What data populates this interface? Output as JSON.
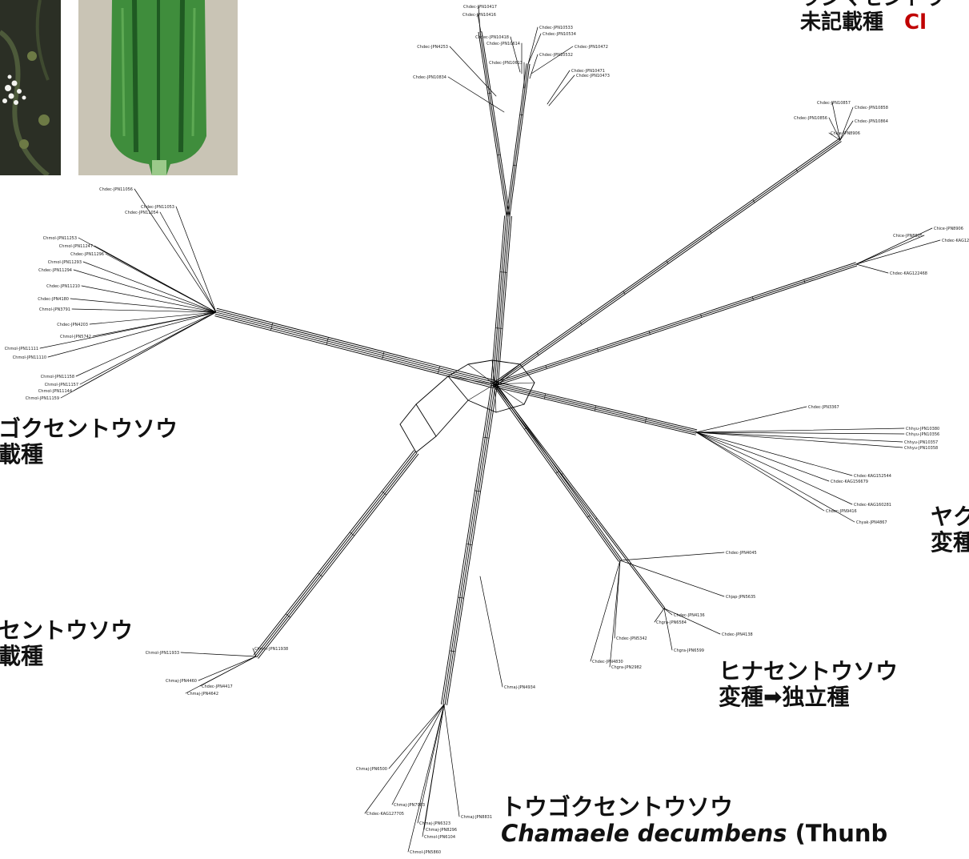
{
  "photos": [
    {
      "subject": "flower-cluster-photo"
    },
    {
      "subject": "green-fruit-photo"
    }
  ],
  "labels": {
    "top_right_1": "ラシマセントウ",
    "top_right_2a": "未記載種　",
    "top_right_2b": "Cl",
    "left_1": "ゴクセントウソウ",
    "left_2": "載種",
    "left_lower_1": "セントウソウ",
    "left_lower_2": "載種",
    "right_1": "ヤク",
    "right_2": "変種",
    "hina_1": "ヒナセントウソウ",
    "hina_2": "変種➡独立種",
    "bottom_1": "トウゴクセントウソウ",
    "bottom_2_italic": "Chamaele decumbens",
    "bottom_2_rest": " (Thunb"
  },
  "taxa": [
    "Chdec-JPN10417",
    "Chdec-JPN10416",
    "Chdec-JPN10533",
    "Chdec-JPN10534",
    "Chdec-JPN10418",
    "Chdec-JPN10614",
    "Chdec-JPN10472",
    "Chdec-JPN4253",
    "Chdec-JPN10532",
    "Chdec-JPN10613",
    "Chdec-JPN10471",
    "Chdec-JPN10473",
    "Chdec-JPN10834",
    "Chdec-JPN10857",
    "Chdec-JPN10858",
    "Chdec-JPN10856",
    "Chdec-JPN10864",
    "Chice-JPN8906",
    "Chice-JPN8805",
    "Chdec-KAG122468",
    "Chdec-JPN11056",
    "Chdec-JPN11053",
    "Chdec-JPN11054",
    "Chmol-JPN11253",
    "Chmol-JPN11247",
    "Chdec-JPN11296",
    "Chmol-JPN11293",
    "Chdec-JPN11294",
    "Chdec-JPN11210",
    "Chdec-JPN4180",
    "Chmol-JPN3791",
    "Chdec-JPN4203",
    "Chmol-JPN5742",
    "Chmol-JPN11111",
    "Chmol-JPN11110",
    "Chmol-JPN11158",
    "Chmol-JPN11157",
    "Chmol-JPN11144",
    "Chmol-JPN11159",
    "Chdec-JPN3367",
    "Chhyu-JPN10380",
    "Chhyu-JPN10356",
    "Chhyu-JPN10357",
    "Chhyu-JPN10358",
    "Chdec-KAG152544",
    "Chdec-KAG156679",
    "Chdec-KAG160281",
    "Chdec-JPN9416",
    "Chyak-JPN4867",
    "Chdec-JPN4045",
    "Chjap-JPN5635",
    "Chdec-JPN4136",
    "Chgra-JPN6584",
    "Chdec-JPN4138",
    "Chdec-JPN5342",
    "Chgra-JPN6599",
    "Chdec-JPN4830",
    "Chgra-JPN2982",
    "Chmol-JPN11933",
    "Chmol-JPN11938",
    "Chmaj-JPN4460",
    "Chdec-JPN4417",
    "Chmaj-JPN4642",
    "Chmaj-JPN4934",
    "Chmaj-JPN6500",
    "Chmaj-JPN7983",
    "Chdec-KAG127705",
    "Chmaj-JPN8831",
    "Chmaj-JPN6323",
    "Chmaj-JPN8296",
    "Chmol-JPN6104",
    "Chmol-JPN5860"
  ],
  "colors": {
    "lines": "#000000",
    "label_text": "#111111",
    "accent_red": "#c00000",
    "photo1_bg": "#2b2f25",
    "photo1_flower": "#f4f4f0",
    "photo2_bg": "#c9c4b5",
    "photo2_fruit": "#3f8d3c",
    "photo2_ridge": "#1f5a22"
  }
}
